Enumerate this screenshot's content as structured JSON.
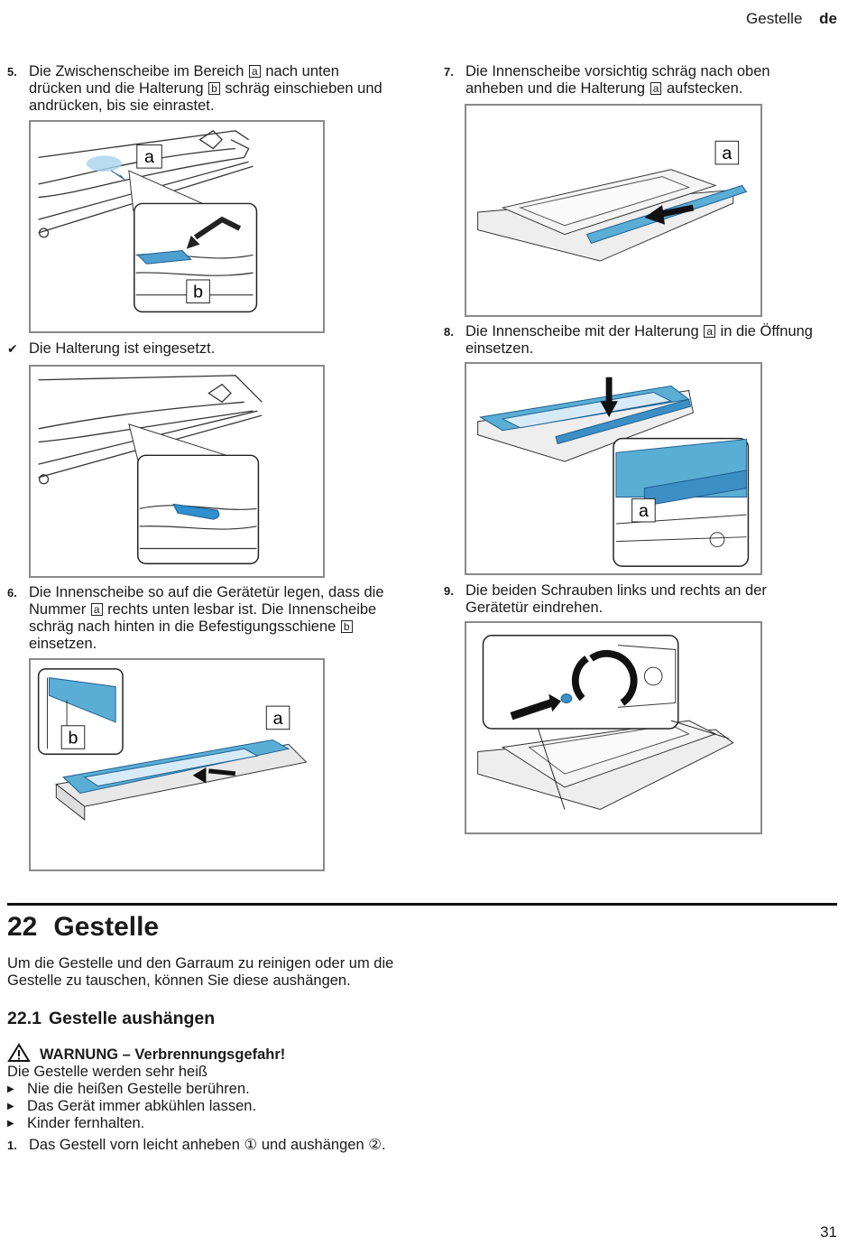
{
  "header": {
    "section": "Gestelle",
    "lang": "de"
  },
  "steps": {
    "s5": {
      "num": "5.",
      "t1": "Die Zwischenscheibe im Bereich",
      "k1": "a",
      "t2": "nach unten drücken und die Halterung",
      "k2": "b",
      "t3": "schräg einschieben und andrücken, bis sie einrastet."
    },
    "result": {
      "text": "Die Halterung ist eingesetzt."
    },
    "s6": {
      "num": "6.",
      "t1": "Die Innenscheibe so auf die Gerätetür legen, dass die Nummer",
      "k1": "a",
      "t2": "rechts unten lesbar ist. Die Innenscheibe schräg nach hinten in die Befestigungsschiene",
      "k2": "b",
      "t3": "einsetzen."
    },
    "s7": {
      "num": "7.",
      "t1": "Die Innenscheibe vorsichtig schräg nach oben anheben und die Halterung",
      "k1": "a",
      "t2": "aufstecken."
    },
    "s8": {
      "num": "8.",
      "t1": "Die Innenscheibe mit der Halterung",
      "k1": "a",
      "t2": "in die Öffnung einsetzen."
    },
    "s9": {
      "num": "9.",
      "t1": "Die beiden Schrauben links und rechts an der Gerätetür eindrehen."
    }
  },
  "figures": {
    "f5": {
      "label_a": "a",
      "label_b": "b"
    },
    "f6": {
      "label_a": "a",
      "label_b": "b"
    },
    "f7": {
      "label_a": "a"
    },
    "f8": {
      "label_a": "a"
    }
  },
  "section": {
    "num": "22",
    "title": "Gestelle",
    "intro": "Um die Gestelle und den Garraum zu reinigen oder um die Gestelle zu tauschen, können Sie diese aushängen.",
    "sub_num": "22.1",
    "sub_title": "Gestelle aushängen",
    "warning_title": "WARNUNG – Verbrennungsgefahr!",
    "warning_text": "Die Gestelle werden sehr heiß",
    "bullets": [
      "Nie die heißen Gestelle berühren.",
      "Das Gerät immer abkühlen lassen.",
      "Kinder fernhalten."
    ],
    "step1_num": "1.",
    "step1_text": "Das Gestell vorn leicht anheben ① und aushängen ②."
  },
  "page_number": "31",
  "colors": {
    "accent_blue": "#5aaed6",
    "frame": "#8a8a8a"
  }
}
